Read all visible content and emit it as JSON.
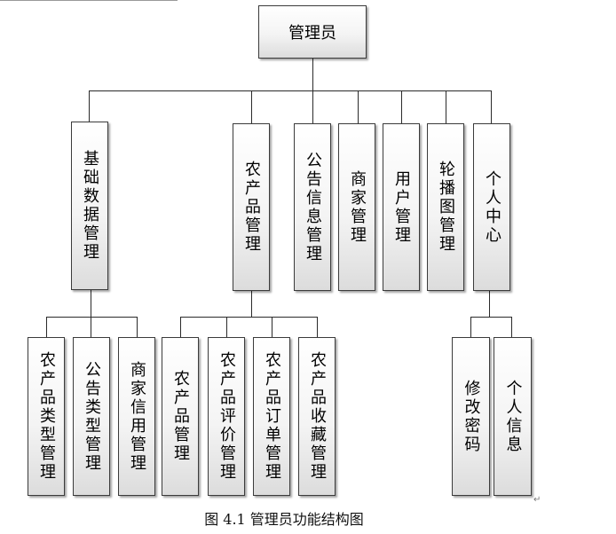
{
  "diagram": {
    "root": "管理员",
    "branches": [
      {
        "label": "基础数据管理",
        "children": [
          "农产品类型管理",
          "公告类型管理",
          "商家信用管理"
        ]
      },
      {
        "label": "农产品管理",
        "children": [
          "农产品管理",
          "农产品评价管理",
          "农产品订单管理",
          "农产品收藏管理"
        ]
      },
      {
        "label": "公告信息管理",
        "children": []
      },
      {
        "label": "商家管理",
        "children": []
      },
      {
        "label": "用户管理",
        "children": []
      },
      {
        "label": "轮播图管理",
        "children": []
      },
      {
        "label": "个人中心",
        "children": [
          "修改密码",
          "个人信息"
        ]
      }
    ]
  },
  "caption": "图 4.1 管理员功能结构图"
}
